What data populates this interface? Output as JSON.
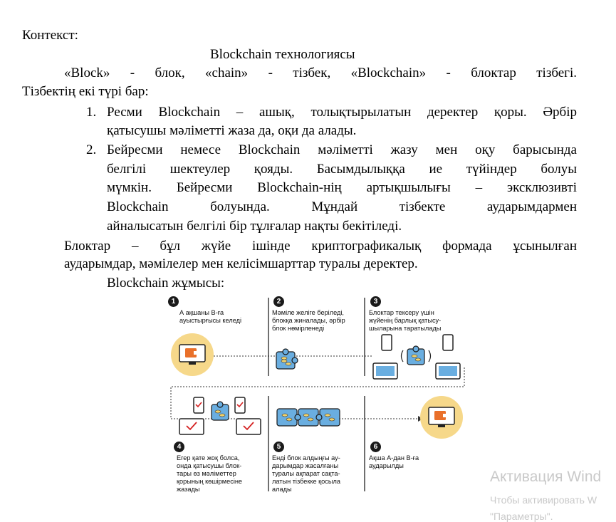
{
  "context_label": "Контекст:",
  "title": "Blockchain технологиясы",
  "intro_line1": "«Block» - блок, «chain» - тізбек, «Blockchain» - блоктар тізбегі.",
  "intro_line2": "Тізбектің екі түрі бар:",
  "list": [
    {
      "marker": "1.",
      "lines": [
        "Ресми Blockchain – ашық, толықтырылатын деректер қоры. Әрбір",
        "қатысушы мәліметті жаза да, оқи да алады."
      ]
    },
    {
      "marker": "2.",
      "lines": [
        "Бейресми немесе Blockchain мәліметті жазу мен оқу барысында",
        "белгілі шектеулер қояды. Басымдылыққа ие түйіндер болуы",
        "мүмкін. Бейресми Blockchain-нің артықшылығы – эксклюзивті",
        "Blockchain болуында. Мұндай тізбекте аударымдармен",
        "айналысатын белгілі бір тұлғалар нақты бекітіледі."
      ]
    }
  ],
  "blocks_line1": "Блоктар – бұл жүйе ішінде криптографикалық формада ұсынылған",
  "blocks_line2": "аударымдар, мәмілелер мен келісімшарттар туралы деректер.",
  "work_label": "Blockchain жұмысы:",
  "figure": {
    "steps": [
      {
        "num": "1",
        "text": "А ақшаны В-ға\nауыстырғысы келеді"
      },
      {
        "num": "2",
        "text": "Мәміле желіге беріледі,\nблокқа жиналады, әрбір\nблок нөмірленеді"
      },
      {
        "num": "3",
        "text": "Блоктар тексеру үшін\nжүйенің барлық қатысу-\nшыларына таратылады"
      },
      {
        "num": "4",
        "text": "Егер қате жоқ болса,\nонда қатысушы блок-\nтары өз мәліметтер\nқорының көшірмесіне\nжазады"
      },
      {
        "num": "5",
        "text": "Енді блок алдыңғы ау-\nдарымдар жасалғаны\nтуралы ақпарат сақта-\nлатын тізбекке қосыла\nалады"
      },
      {
        "num": "6",
        "text": "Ақша А-дан В-ға\nаударылды"
      }
    ],
    "colors": {
      "accent_yellow": "#f6d88a",
      "accent_blue": "#6aaee0",
      "orange": "#e9702a",
      "dark": "#1a1a1a"
    }
  },
  "watermark": {
    "line1": "Активация Wind",
    "line2": "Чтобы активировать W",
    "line3": "\"Параметры\"."
  }
}
